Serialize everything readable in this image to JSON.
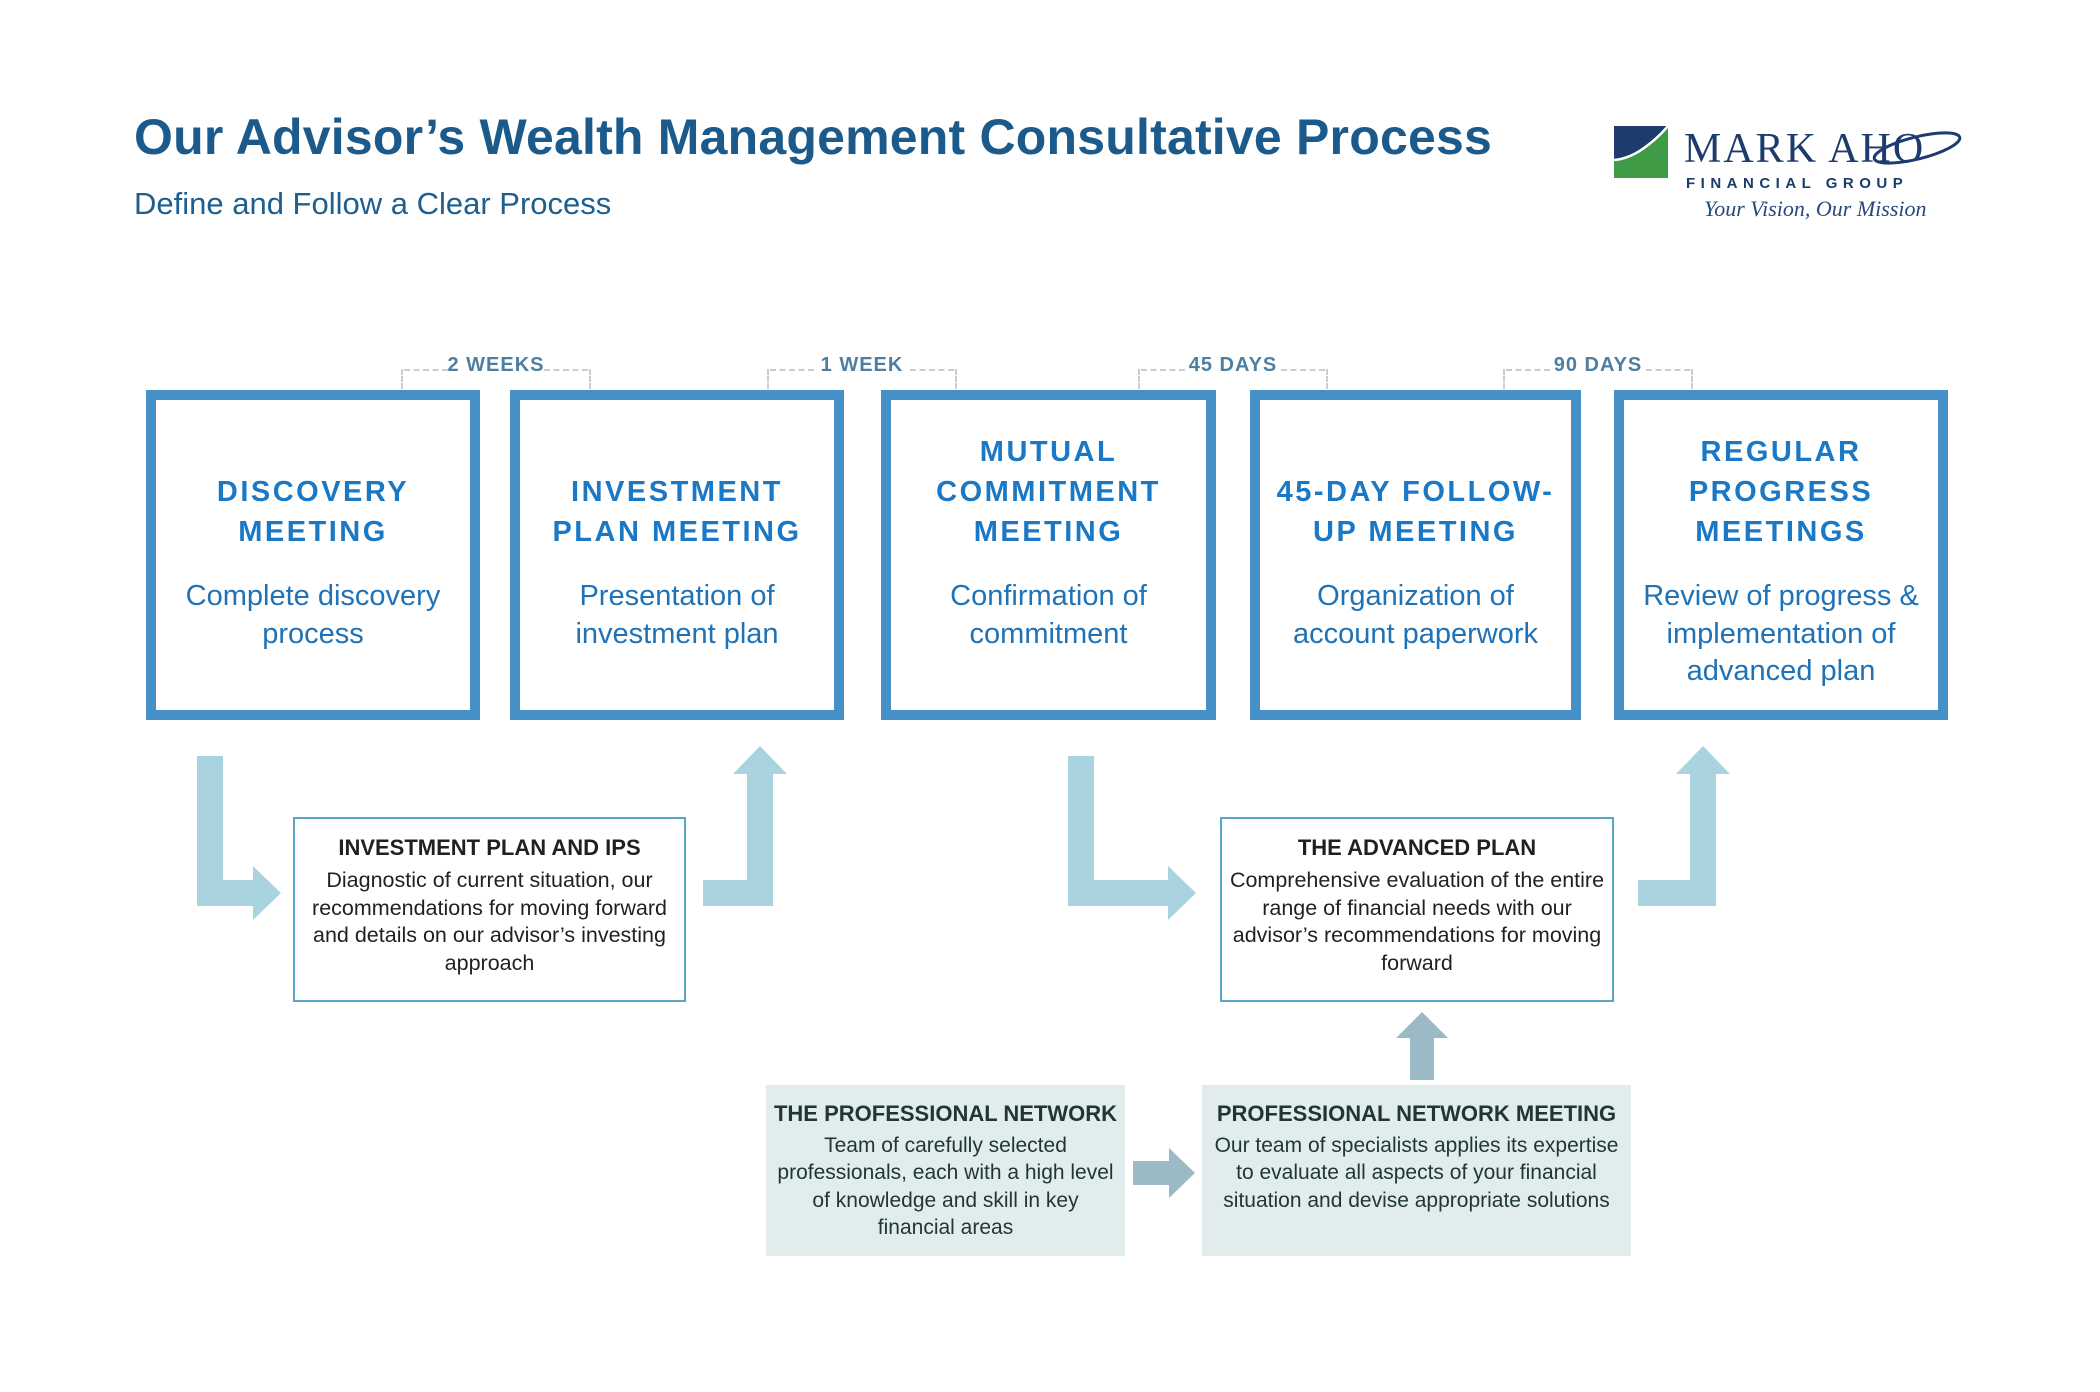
{
  "header": {
    "title": "Our Advisor’s Wealth Management Consultative Process",
    "subtitle": "Define and Follow a Clear Process"
  },
  "logo": {
    "name": "MARK AHO",
    "division": "FINANCIAL GROUP",
    "tagline": "Your Vision, Our Mission"
  },
  "timeline": {
    "labels": [
      "2 WEEKS",
      "1 WEEK",
      "45 DAYS",
      "90 DAYS"
    ]
  },
  "stages": [
    {
      "title": "DISCOVERY MEETING",
      "description": "Complete discovery process"
    },
    {
      "title": "INVESTMENT PLAN MEETING",
      "description": "Presentation of investment plan"
    },
    {
      "title": "MUTUAL COMMITMENT MEETING",
      "description": "Confirmation of commitment"
    },
    {
      "title": "45-DAY FOLLOW-UP MEETING",
      "description": "Organization of account paperwork"
    },
    {
      "title": "REGULAR PROGRESS MEETINGS",
      "description": "Review of progress & implementation of advanced plan"
    }
  ],
  "callouts": [
    {
      "title": "INVESTMENT PLAN AND IPS",
      "description": "Diagnostic of current situation, our recommendations for moving forward and details on our advisor’s investing approach"
    },
    {
      "title": "THE ADVANCED PLAN",
      "description": "Comprehensive evaluation of the entire range of financial needs with our advisor’s recommendations for moving forward"
    }
  ],
  "network": [
    {
      "title": "THE PROFESSIONAL NETWORK",
      "description": "Team of carefully selected professionals, each with a high level of knowledge and skill in key financial areas"
    },
    {
      "title": "PROFESSIONAL NETWORK MEETING",
      "description": "Our team of specialists applies its expertise to evaluate all aspects of your financial situation and devise appropriate solutions"
    }
  ],
  "colors": {
    "headline_blue": "#1b5a8a",
    "stage_border": "#4690c8",
    "stage_title": "#1b78c5",
    "stage_text": "#1f72b5",
    "timeline_label": "#4f7fa0",
    "callout_border": "#59a7c8",
    "callout_text": "#231f20",
    "network_bg": "#e0edec",
    "network_text": "#1f3536",
    "arrow_large": "#a9d4df",
    "arrow_small": "#9cbac6",
    "logo_navy": "#1d3c6d",
    "logo_green": "#3f9b45"
  }
}
